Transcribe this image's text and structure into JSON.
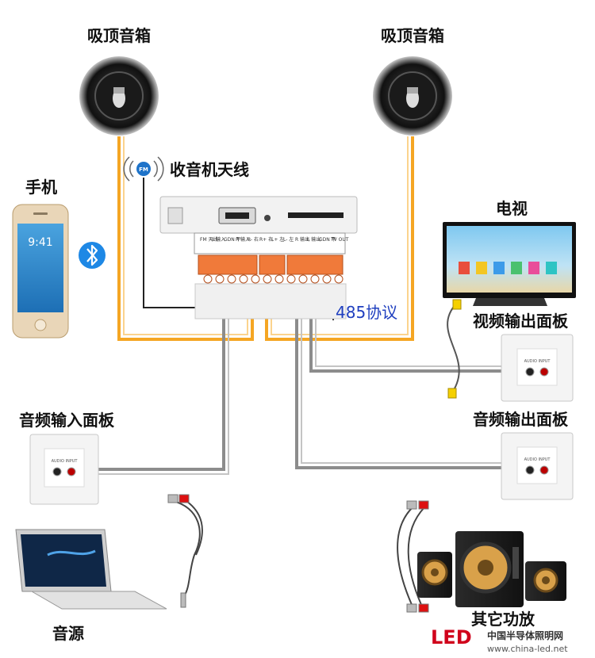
{
  "labels": {
    "ceiling_speaker_left": "吸顶音箱",
    "ceiling_speaker_right": "吸顶音箱",
    "phone": "手机",
    "radio_antenna": "收音机天线",
    "tv": "电视",
    "video_output_panel": "视频输出面板",
    "audio_input_panel": "音频输入面板",
    "audio_output_panel": "音频输出面板",
    "audio_source": "音源",
    "other_amplifier": "其它功放",
    "protocol_485": "485协议",
    "fm_badge": "FM"
  },
  "device_terminals": [
    "FM 天线",
    "L 输入",
    "GDN 平",
    "R 输入",
    "R- 右",
    "R+ 右",
    "L+ 左",
    "L- 左",
    "R 输出",
    "L 输出",
    "GDN 平",
    "TV OUT"
  ],
  "panel_caption": "AUDIO INPUT",
  "phone_screen": {
    "time": "9:41"
  },
  "watermark": {
    "logo": "LED",
    "name": "中国半导体照明网",
    "url": "www.china-led.net"
  },
  "colors": {
    "speaker_wire": "#f5a623",
    "signal_wire": "#8c8c8c",
    "antenna_wire": "#222222",
    "protocol_wire": "#d0021b",
    "protocol_text": "#1f3fbf",
    "terminal_orange": "#f07a3a",
    "bluetooth": "#1e88e5"
  },
  "icons": [
    "speaker-icon",
    "bluetooth-icon",
    "fm-antenna-icon",
    "phone-icon",
    "tv-icon",
    "laptop-icon",
    "rca-cable-icon",
    "subwoofer-icon"
  ]
}
